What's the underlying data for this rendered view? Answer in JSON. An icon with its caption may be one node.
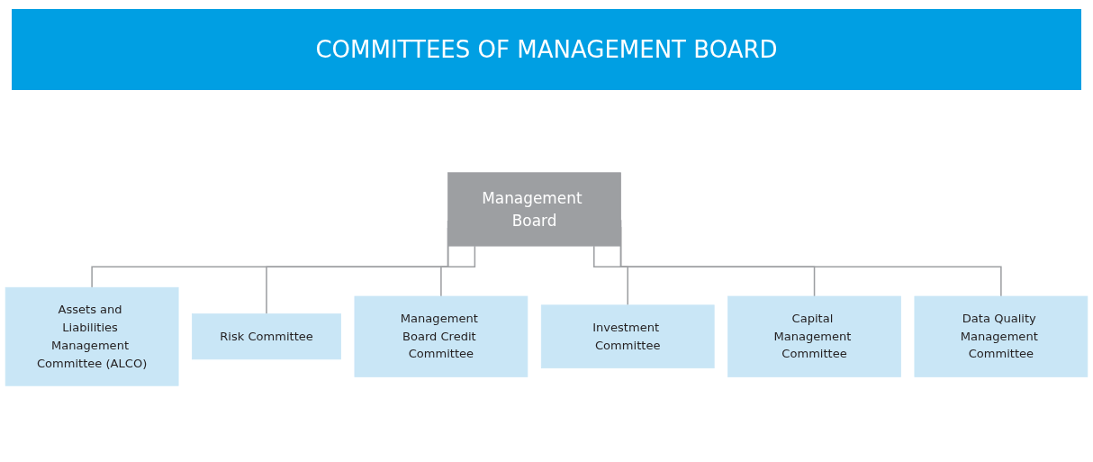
{
  "diagram": {
    "title": "COMMITTEES OF MANAGEMENT BOARD",
    "nodes": [
      {
        "text": [
          "Management Board"
        ]
      },
      {
        "text": [
          "Assets and Liabilities Management Committee (ALCO)"
        ]
      },
      {
        "text": [
          "Risk Committee"
        ]
      },
      {
        "text": [
          "Management Board Credit Committee"
        ]
      },
      {
        "text": [
          "Investment Committee"
        ]
      },
      {
        "text": [
          "Capital Management Committee"
        ]
      },
      {
        "text": [
          "Data Quality Management Committee"
        ]
      }
    ],
    "edges": [
      {
        "from": 0,
        "to": 1,
        "arrow": "none"
      },
      {
        "from": 0,
        "to": 2,
        "arrow": "none"
      },
      {
        "from": 0,
        "to": 3,
        "arrow": "none"
      },
      {
        "from": 0,
        "to": 4,
        "arrow": "none"
      },
      {
        "from": 0,
        "to": 5,
        "arrow": "none"
      },
      {
        "from": 0,
        "to": 6,
        "arrow": "none"
      }
    ]
  }
}
